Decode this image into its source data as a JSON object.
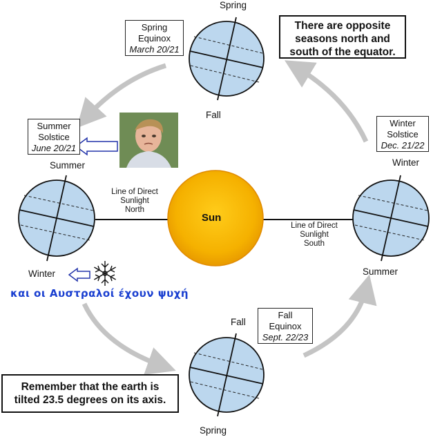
{
  "sun": {
    "label": "Sun",
    "color": "#f6b300",
    "edge": "#e08a00"
  },
  "earth": {
    "fill": "#bcd7ee"
  },
  "positions": {
    "spring": {
      "label_line1": "Spring",
      "label_line2": "Equinox",
      "date": "March 20/21",
      "top": "Spring",
      "bottom": "Fall"
    },
    "summer": {
      "label_line1": "Summer",
      "label_line2": "Solstice",
      "date": "June 20/21",
      "top": "Summer",
      "bottom": "Winter"
    },
    "fall": {
      "label_line1": "Fall",
      "label_line2": "Equinox",
      "date": "Sept. 22/23",
      "top": "Fall",
      "bottom": "Spring"
    },
    "winter": {
      "label_line1": "Winter",
      "label_line2": "Solstice",
      "date": "Dec. 21/22",
      "top": "Winter",
      "bottom": "Summer"
    }
  },
  "direct_sunlight": {
    "north": {
      "line1": "Line of Direct",
      "line2": "Sunlight",
      "line3": "North"
    },
    "south": {
      "line1": "Line of Direct",
      "line2": "Sunlight",
      "line3": "South"
    }
  },
  "callouts": {
    "opposite": {
      "line1": "There are opposite",
      "line2": "seasons north and",
      "line3": "south of the equator."
    },
    "tilt": {
      "line1": "Remember that the earth is",
      "line2": "tilted 23.5 degrees on its axis."
    }
  },
  "annotation": {
    "greek": "και οι Αυστραλοί έχουν ψυχή",
    "color": "#1a3fd0"
  }
}
